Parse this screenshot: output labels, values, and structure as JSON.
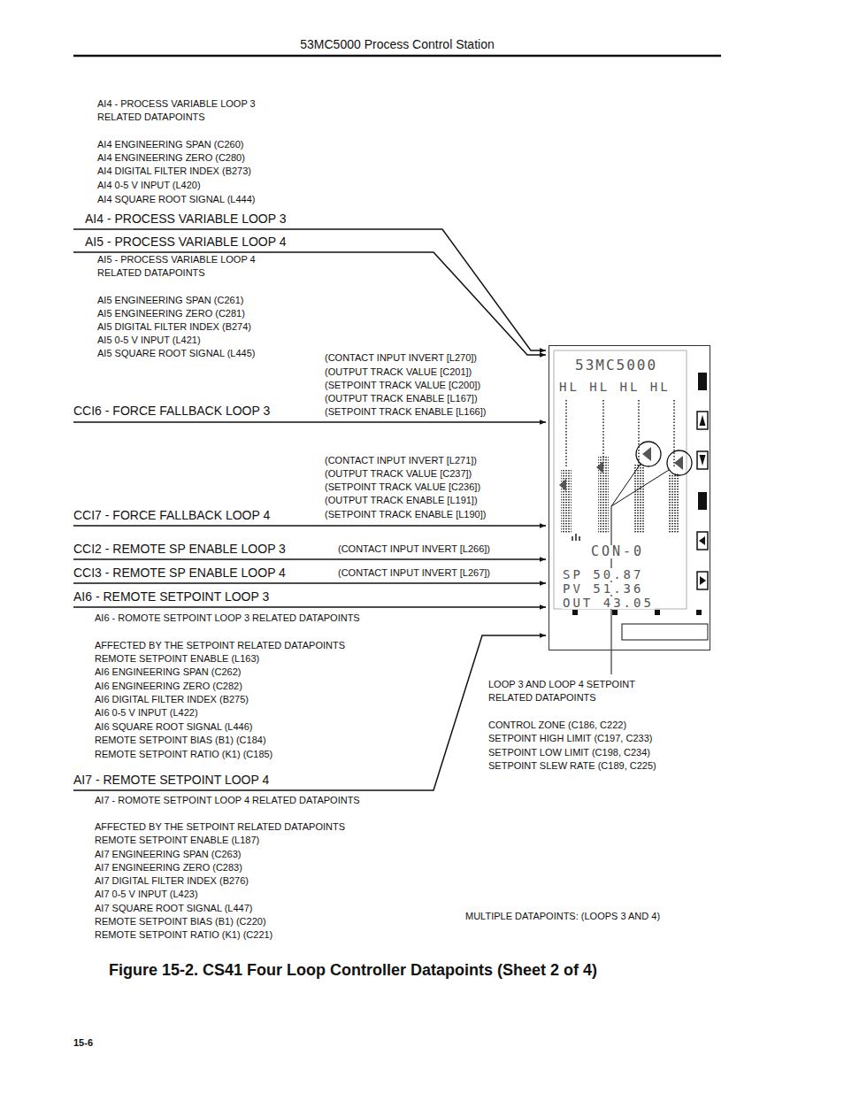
{
  "diagram": {
    "title": "53MC5000 Process Control Station",
    "caption": "Figure 15-2. CS41 Four Loop Controller Datapoints (Sheet 2 of 4)",
    "nodes": [
      {
        "text": [
          "53MC5000",
          "HL HL HL HL",
          "CON-0",
          "SP 50.87",
          "PV 51.36",
          "OUT 43.05"
        ]
      }
    ],
    "labels": [
      "AI4 - PROCESS VARIABLE LOOP 3",
      "RELATED DATAPOINTS",
      "AI4 ENGINEERING SPAN (C260)",
      "AI4 ENGINEERING ZERO (C280)",
      "AI4 DIGITAL FILTER INDEX (B273)",
      "AI4 0-5 V INPUT (L420)",
      "AI4 SQUARE ROOT SIGNAL (L444)",
      "AI4 - PROCESS VARIABLE LOOP 3",
      "AI5 - PROCESS VARIABLE LOOP 4",
      "AI5 - PROCESS VARIABLE LOOP 4",
      "RELATED DATAPOINTS",
      "AI5 ENGINEERING SPAN (C261)",
      "AI5 ENGINEERING ZERO (C281)",
      "AI5 DIGITAL FILTER INDEX (B274)",
      "AI5 0-5 V INPUT (L421)",
      "AI5 SQUARE ROOT SIGNAL (L445)",
      "(CONTACT INPUT INVERT [L270])",
      "(OUTPUT TRACK VALUE [C201])",
      "(SETPOINT TRACK VALUE [C200])",
      "(OUTPUT TRACK ENABLE [L167])",
      "(SETPOINT TRACK ENABLE [L166])",
      "CCI6 - FORCE FALLBACK LOOP 3",
      "(CONTACT INPUT INVERT [L271])",
      "(OUTPUT TRACK VALUE [C237])",
      "(SETPOINT TRACK VALUE [C236])",
      "(OUTPUT TRACK ENABLE [L191])",
      "(SETPOINT TRACK ENABLE [L190])",
      "CCI7 - FORCE FALLBACK LOOP 4",
      "CCI2 - REMOTE SP ENABLE LOOP 3",
      "(CONTACT INPUT INVERT [L266])",
      "CCI3 - REMOTE SP ENABLE LOOP 4",
      "(CONTACT INPUT INVERT [L267])",
      "AI6 - REMOTE SETPOINT LOOP 3",
      "AI6 - ROMOTE SETPOINT LOOP 3 RELATED DATAPOINTS",
      "AFFECTED BY THE SETPOINT RELATED DATAPOINTS",
      "REMOTE SETPOINT ENABLE (L163)",
      "AI6 ENGINEERING SPAN (C262)",
      "AI6 ENGINEERING ZERO (C282)",
      "AI6 DIGITAL FILTER INDEX (B275)",
      "AI6 0-5 V INPUT (L422)",
      "AI6 SQUARE ROOT SIGNAL (L446)",
      "REMOTE SETPOINT BIAS (B1) (C184)",
      "REMOTE SETPOINT RATIO (K1) (C185)",
      "AI7 - REMOTE SETPOINT LOOP 4",
      "AI7 - ROMOTE SETPOINT LOOP 4 RELATED DATAPOINTS",
      "AFFECTED BY THE SETPOINT RELATED DATAPOINTS",
      "REMOTE SETPOINT ENABLE (L187)",
      "AI7 ENGINEERING SPAN (C263)",
      "AI7 ENGINEERING ZERO (C283)",
      "AI7 DIGITAL FILTER INDEX (B276)",
      "AI7 0-5 V INPUT (L423)",
      "AI7 SQUARE ROOT SIGNAL (L447)",
      "REMOTE SETPOINT BIAS (B1) (C220)",
      "REMOTE SETPOINT RATIO (K1) (C221)",
      "LOOP 3 AND LOOP 4 SETPOINT",
      "RELATED DATAPOINTS",
      "CONTROL ZONE (C186, C222)",
      "SETPOINT HIGH LIMIT (C197, C233)",
      "SETPOINT LOW LIMIT (C198, C234)",
      "SETPOINT SLEW RATE (C189, C225)",
      "MULTIPLE DATAPOINTS: (LOOPS 3 AND 4)",
      "15-6"
    ]
  }
}
